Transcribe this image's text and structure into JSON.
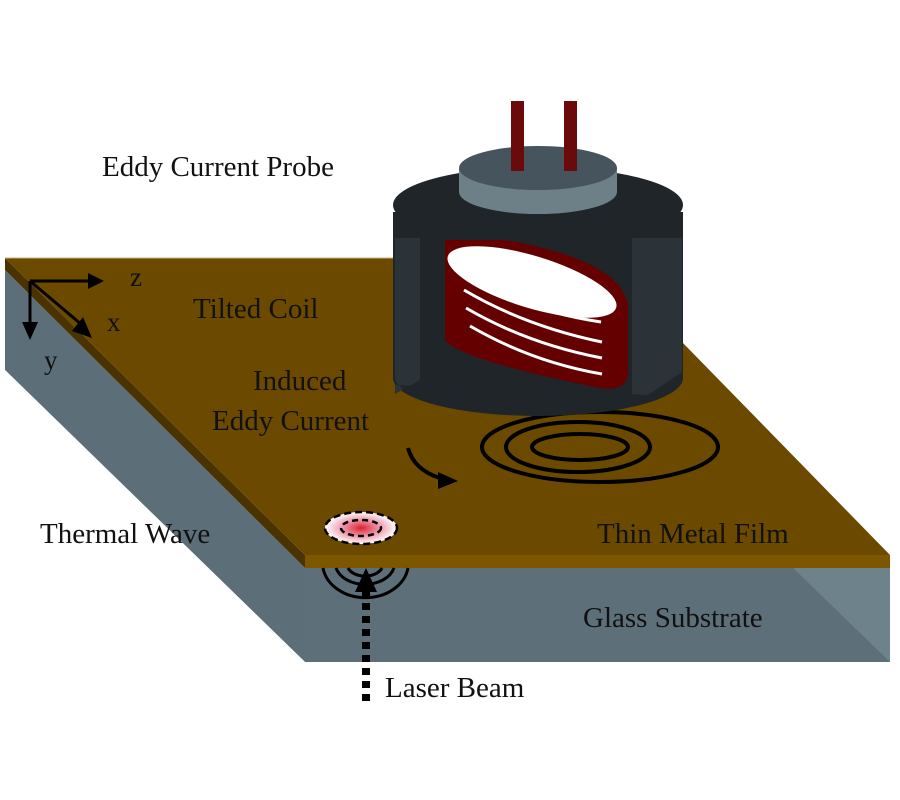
{
  "title": "Eddy current probe with tilted coil over thin metal film on glass substrate, laser-induced thermal wave",
  "labels": {
    "probe": "Eddy Current Probe",
    "coil": "Tilted Coil",
    "induced_1": "Induced",
    "induced_2": "Eddy Current",
    "thermal": "Thermal Wave",
    "film": "Thin Metal Film",
    "substrate": "Glass Substrate",
    "laser": "Laser Beam"
  },
  "axes": {
    "z": "z",
    "x": "x",
    "y": "y"
  },
  "colors": {
    "film_top": "#6b4a00",
    "film_edge": "#7d5600",
    "film_side_dark": "#4a3300",
    "glass_front": "#5c6f78",
    "glass_side": "#5c6f78",
    "glass_highlight": "#6d828b",
    "probe_body": "#1f2529",
    "probe_panel": "#2b3339",
    "probe_cap_top": "#46555d",
    "probe_cap_side": "#6d7f87",
    "coil": "#640000",
    "leads": "#6a0a0a",
    "hot_spot": "#e0202a"
  }
}
